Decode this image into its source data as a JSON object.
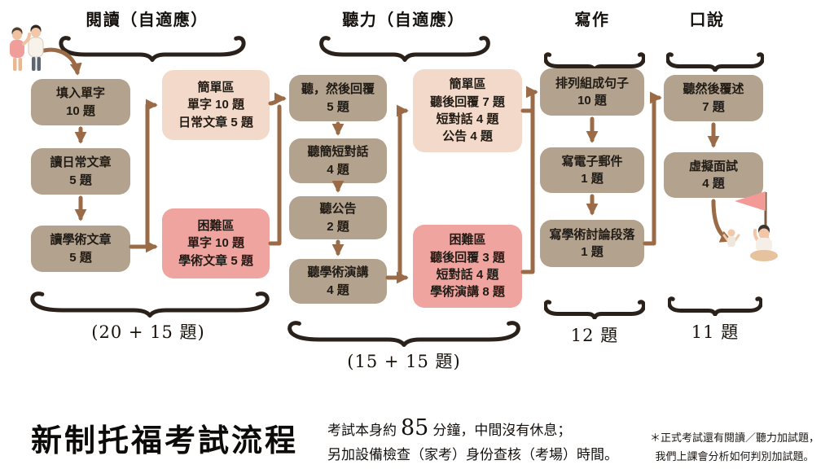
{
  "page": {
    "title": "新制托福考試流程"
  },
  "sections": {
    "reading": {
      "header": "閱讀（自適應）",
      "steps": [
        "填入單字\n10 題",
        "讀日常文章\n5 題",
        "讀學術文章\n5 題"
      ],
      "easy": "簡單區\n單字 10 題\n日常文章 5 題",
      "hard": "困難區\n單字 10 題\n學術文章 5 題",
      "total": "(20 + 15 題)"
    },
    "listening": {
      "header": "聽力（自適應）",
      "steps": [
        "聽，然後回覆\n5 題",
        "聽簡短對話\n4 題",
        "聽公告\n2 題",
        "聽學術演講\n4 題"
      ],
      "easy": "簡單區\n聽後回覆 7 題\n短對話 4 題\n公告 4 題",
      "hard": "困難區\n聽後回覆 3 題\n短對話 4 題\n學術演講 8 題",
      "total": "(15 + 15 題)"
    },
    "writing": {
      "header": "寫作",
      "steps": [
        "排列組成句子\n10 題",
        "寫電子郵件\n1 題",
        "寫學術討論段落\n1 題"
      ],
      "total": "12 題"
    },
    "speaking": {
      "header": "口說",
      "steps": [
        "聽然後覆述\n7 題",
        "虛擬面試\n4 題"
      ],
      "total": "11 題"
    }
  },
  "notes": {
    "duration_prefix": "考試本身約",
    "duration_minutes": "85",
    "duration_suffix": "分鐘，中間沒有休息；",
    "duration_line2": "另加設備檢查（家考）身份查核（考場）時間。",
    "footnote_line1": "＊正式考試還有閱讀／聽力加試題，",
    "footnote_line2": "我們上課會分析如何判別加試題。"
  },
  "colors": {
    "step_box": "#b2a28e",
    "easy_box": "#f3d9c9",
    "hard_box": "#efa4a0",
    "arrow": "#9a6b46",
    "ink": "#241d17"
  },
  "icons": {
    "left": "two-people-waving-illustration",
    "right": "person-with-flag-illustration"
  }
}
